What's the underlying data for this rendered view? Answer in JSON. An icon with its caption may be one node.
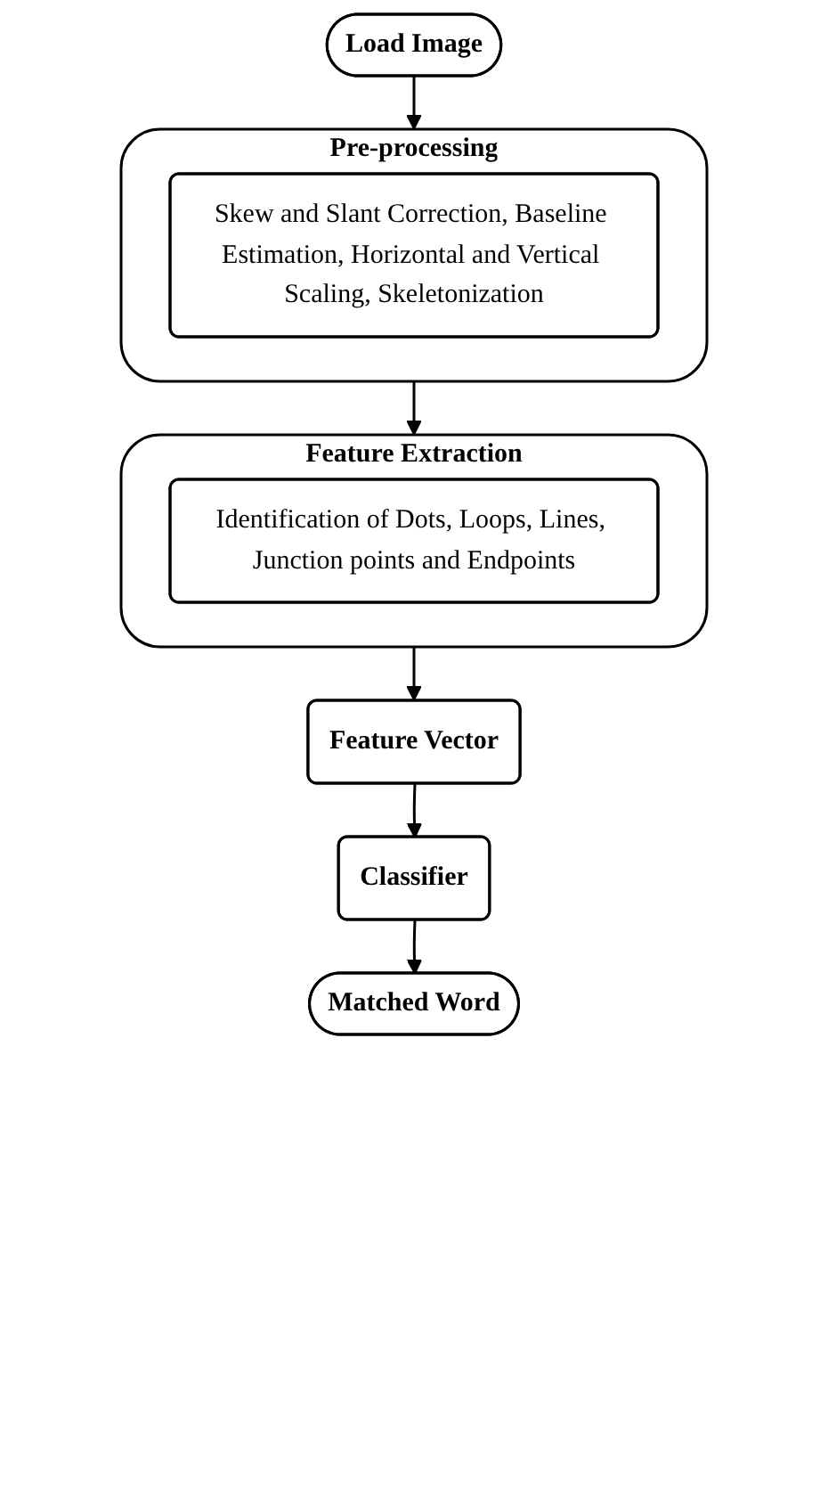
{
  "diagram": {
    "nodes": [
      {
        "text": [
          "Load Image"
        ]
      },
      {
        "text": [
          "Pre-processing"
        ]
      },
      {
        "text": [
          "Skew and Slant Correction, Baseline Estimation, Horizontal and Vertical Scaling, Skeletonization"
        ],
        "in": 1
      },
      {
        "text": [
          "Feature Extraction"
        ]
      },
      {
        "text": [
          "Identification of Dots, Loops, Lines, Junction points and Endpoints"
        ],
        "in": 3
      },
      {
        "text": [
          "Feature Vector"
        ]
      },
      {
        "text": [
          "Classifier"
        ]
      },
      {
        "text": [
          "Matched Word"
        ]
      }
    ],
    "edges": [
      {
        "from": 0,
        "to": 1,
        "arrow": "to"
      },
      {
        "from": 1,
        "to": 3,
        "arrow": "to"
      },
      {
        "from": 3,
        "to": 5,
        "arrow": "to"
      },
      {
        "from": 5,
        "to": 6,
        "arrow": "to"
      },
      {
        "from": 6,
        "to": 7,
        "arrow": "to"
      }
    ]
  }
}
